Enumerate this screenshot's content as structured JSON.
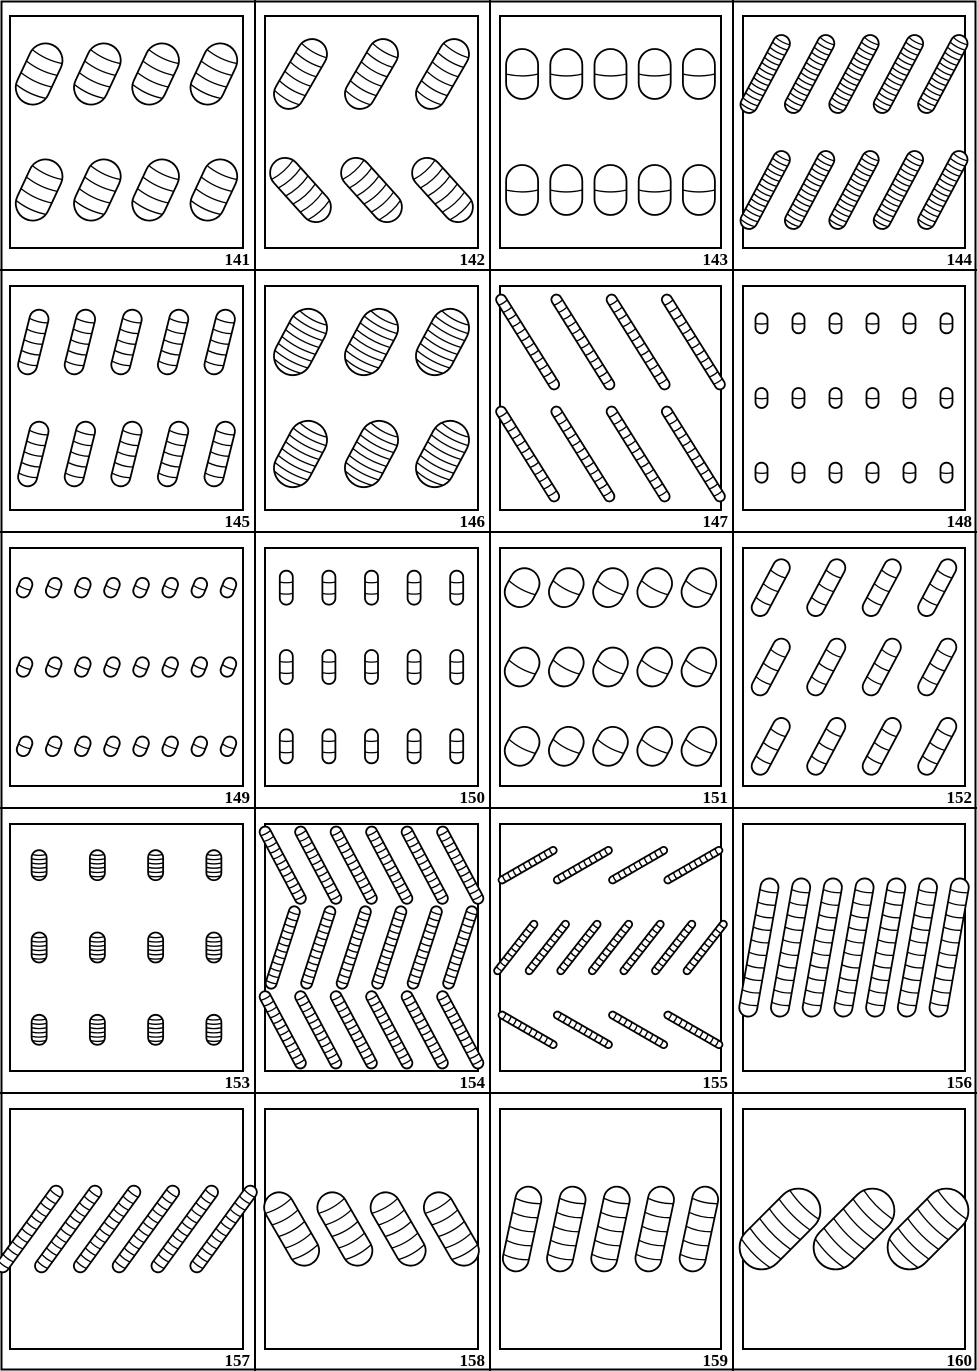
{
  "sheet": {
    "panels": [
      {
        "label": "141",
        "rows": [
          {
            "n": 4,
            "len": 64,
            "w": 34,
            "ang": 25,
            "stripes": 4
          },
          {
            "n": 4,
            "len": 64,
            "w": 34,
            "ang": 25,
            "stripes": 4
          }
        ]
      },
      {
        "label": "142",
        "rows": [
          {
            "n": 3,
            "len": 76,
            "w": 30,
            "ang": 30,
            "stripes": 6
          },
          {
            "n": 3,
            "len": 76,
            "w": 30,
            "ang": -42,
            "stripes": 6
          }
        ]
      },
      {
        "label": "143",
        "rows": [
          {
            "n": 5,
            "len": 50,
            "w": 32,
            "ang": 0,
            "stripes": 1
          },
          {
            "n": 5,
            "len": 50,
            "w": 32,
            "ang": 0,
            "stripes": 1
          }
        ]
      },
      {
        "label": "144",
        "rows": [
          {
            "n": 5,
            "len": 86,
            "w": 17,
            "ang": 28,
            "stripes": 14
          },
          {
            "n": 5,
            "len": 86,
            "w": 17,
            "ang": 28,
            "stripes": 14
          }
        ]
      },
      {
        "label": "145",
        "rows": [
          {
            "n": 5,
            "len": 66,
            "w": 19,
            "ang": 14,
            "stripes": 5
          },
          {
            "n": 5,
            "len": 66,
            "w": 19,
            "ang": 14,
            "stripes": 5
          }
        ]
      },
      {
        "label": "146",
        "rows": [
          {
            "n": 3,
            "len": 70,
            "w": 38,
            "ang": 28,
            "stripes": 8
          },
          {
            "n": 3,
            "len": 70,
            "w": 38,
            "ang": 28,
            "stripes": 8
          }
        ]
      },
      {
        "label": "147",
        "rows": [
          {
            "n": 4,
            "len": 110,
            "w": 10,
            "ang": -32,
            "stripes": 12
          },
          {
            "n": 4,
            "len": 110,
            "w": 10,
            "ang": -32,
            "stripes": 12
          }
        ]
      },
      {
        "label": "148",
        "rows": [
          {
            "n": 6,
            "len": 20,
            "w": 12,
            "ang": 0,
            "stripes": 1
          },
          {
            "n": 6,
            "len": 20,
            "w": 12,
            "ang": 0,
            "stripes": 1
          },
          {
            "n": 6,
            "len": 20,
            "w": 12,
            "ang": 0,
            "stripes": 1
          }
        ]
      },
      {
        "label": "149",
        "rows": [
          {
            "n": 8,
            "len": 20,
            "w": 13,
            "ang": 22,
            "stripes": 1
          },
          {
            "n": 8,
            "len": 20,
            "w": 13,
            "ang": 22,
            "stripes": 1
          },
          {
            "n": 8,
            "len": 20,
            "w": 13,
            "ang": 22,
            "stripes": 1
          }
        ]
      },
      {
        "label": "150",
        "rows": [
          {
            "n": 5,
            "len": 34,
            "w": 13,
            "ang": 0,
            "stripes": 2
          },
          {
            "n": 5,
            "len": 34,
            "w": 13,
            "ang": 0,
            "stripes": 2
          },
          {
            "n": 5,
            "len": 34,
            "w": 13,
            "ang": 0,
            "stripes": 2
          }
        ]
      },
      {
        "label": "151",
        "rows": [
          {
            "n": 5,
            "len": 40,
            "w": 30,
            "ang": 28,
            "stripes": 1
          },
          {
            "n": 5,
            "len": 40,
            "w": 30,
            "ang": 28,
            "stripes": 1
          },
          {
            "n": 5,
            "len": 40,
            "w": 30,
            "ang": 28,
            "stripes": 1
          }
        ]
      },
      {
        "label": "152",
        "rows": [
          {
            "n": 4,
            "len": 62,
            "w": 17,
            "ang": 28,
            "stripes": 3
          },
          {
            "n": 4,
            "len": 62,
            "w": 17,
            "ang": 28,
            "stripes": 3
          },
          {
            "n": 4,
            "len": 62,
            "w": 17,
            "ang": 28,
            "stripes": 3
          }
        ]
      },
      {
        "label": "153",
        "rows": [
          {
            "n": 4,
            "len": 30,
            "w": 15,
            "ang": 0,
            "stripes": 6
          },
          {
            "n": 4,
            "len": 30,
            "w": 15,
            "ang": 0,
            "stripes": 6
          },
          {
            "n": 4,
            "len": 30,
            "w": 15,
            "ang": 0,
            "stripes": 6
          }
        ]
      },
      {
        "label": "154",
        "rows": [
          {
            "n": 6,
            "len": 86,
            "w": 11,
            "ang": -28,
            "stripes": 12
          },
          {
            "n": 6,
            "len": 86,
            "w": 11,
            "ang": 18,
            "stripes": 12
          },
          {
            "n": 6,
            "len": 86,
            "w": 11,
            "ang": -28,
            "stripes": 12
          }
        ]
      },
      {
        "label": "155",
        "rows": [
          {
            "n": 4,
            "len": 66,
            "w": 7,
            "ang": 60,
            "stripes": 10
          },
          {
            "n": 7,
            "len": 66,
            "w": 7,
            "ang": 38,
            "stripes": 10
          },
          {
            "n": 4,
            "len": 66,
            "w": 7,
            "ang": -60,
            "stripes": 10
          }
        ]
      },
      {
        "label": "156",
        "rows": [
          {
            "n": 7,
            "len": 140,
            "w": 18,
            "ang": 10,
            "stripes": 10
          }
        ]
      },
      {
        "label": "157",
        "rows": [
          {
            "n": 6,
            "len": 104,
            "w": 13,
            "ang": 36,
            "stripes": 12
          }
        ]
      },
      {
        "label": "158",
        "rows": [
          {
            "n": 4,
            "len": 80,
            "w": 30,
            "ang": -30,
            "stripes": 5
          }
        ]
      },
      {
        "label": "159",
        "rows": [
          {
            "n": 5,
            "len": 86,
            "w": 26,
            "ang": 12,
            "stripes": 5
          }
        ]
      },
      {
        "label": "160",
        "rows": [
          {
            "n": 3,
            "len": 96,
            "w": 44,
            "ang": 45,
            "stripes": 6
          }
        ]
      }
    ]
  }
}
